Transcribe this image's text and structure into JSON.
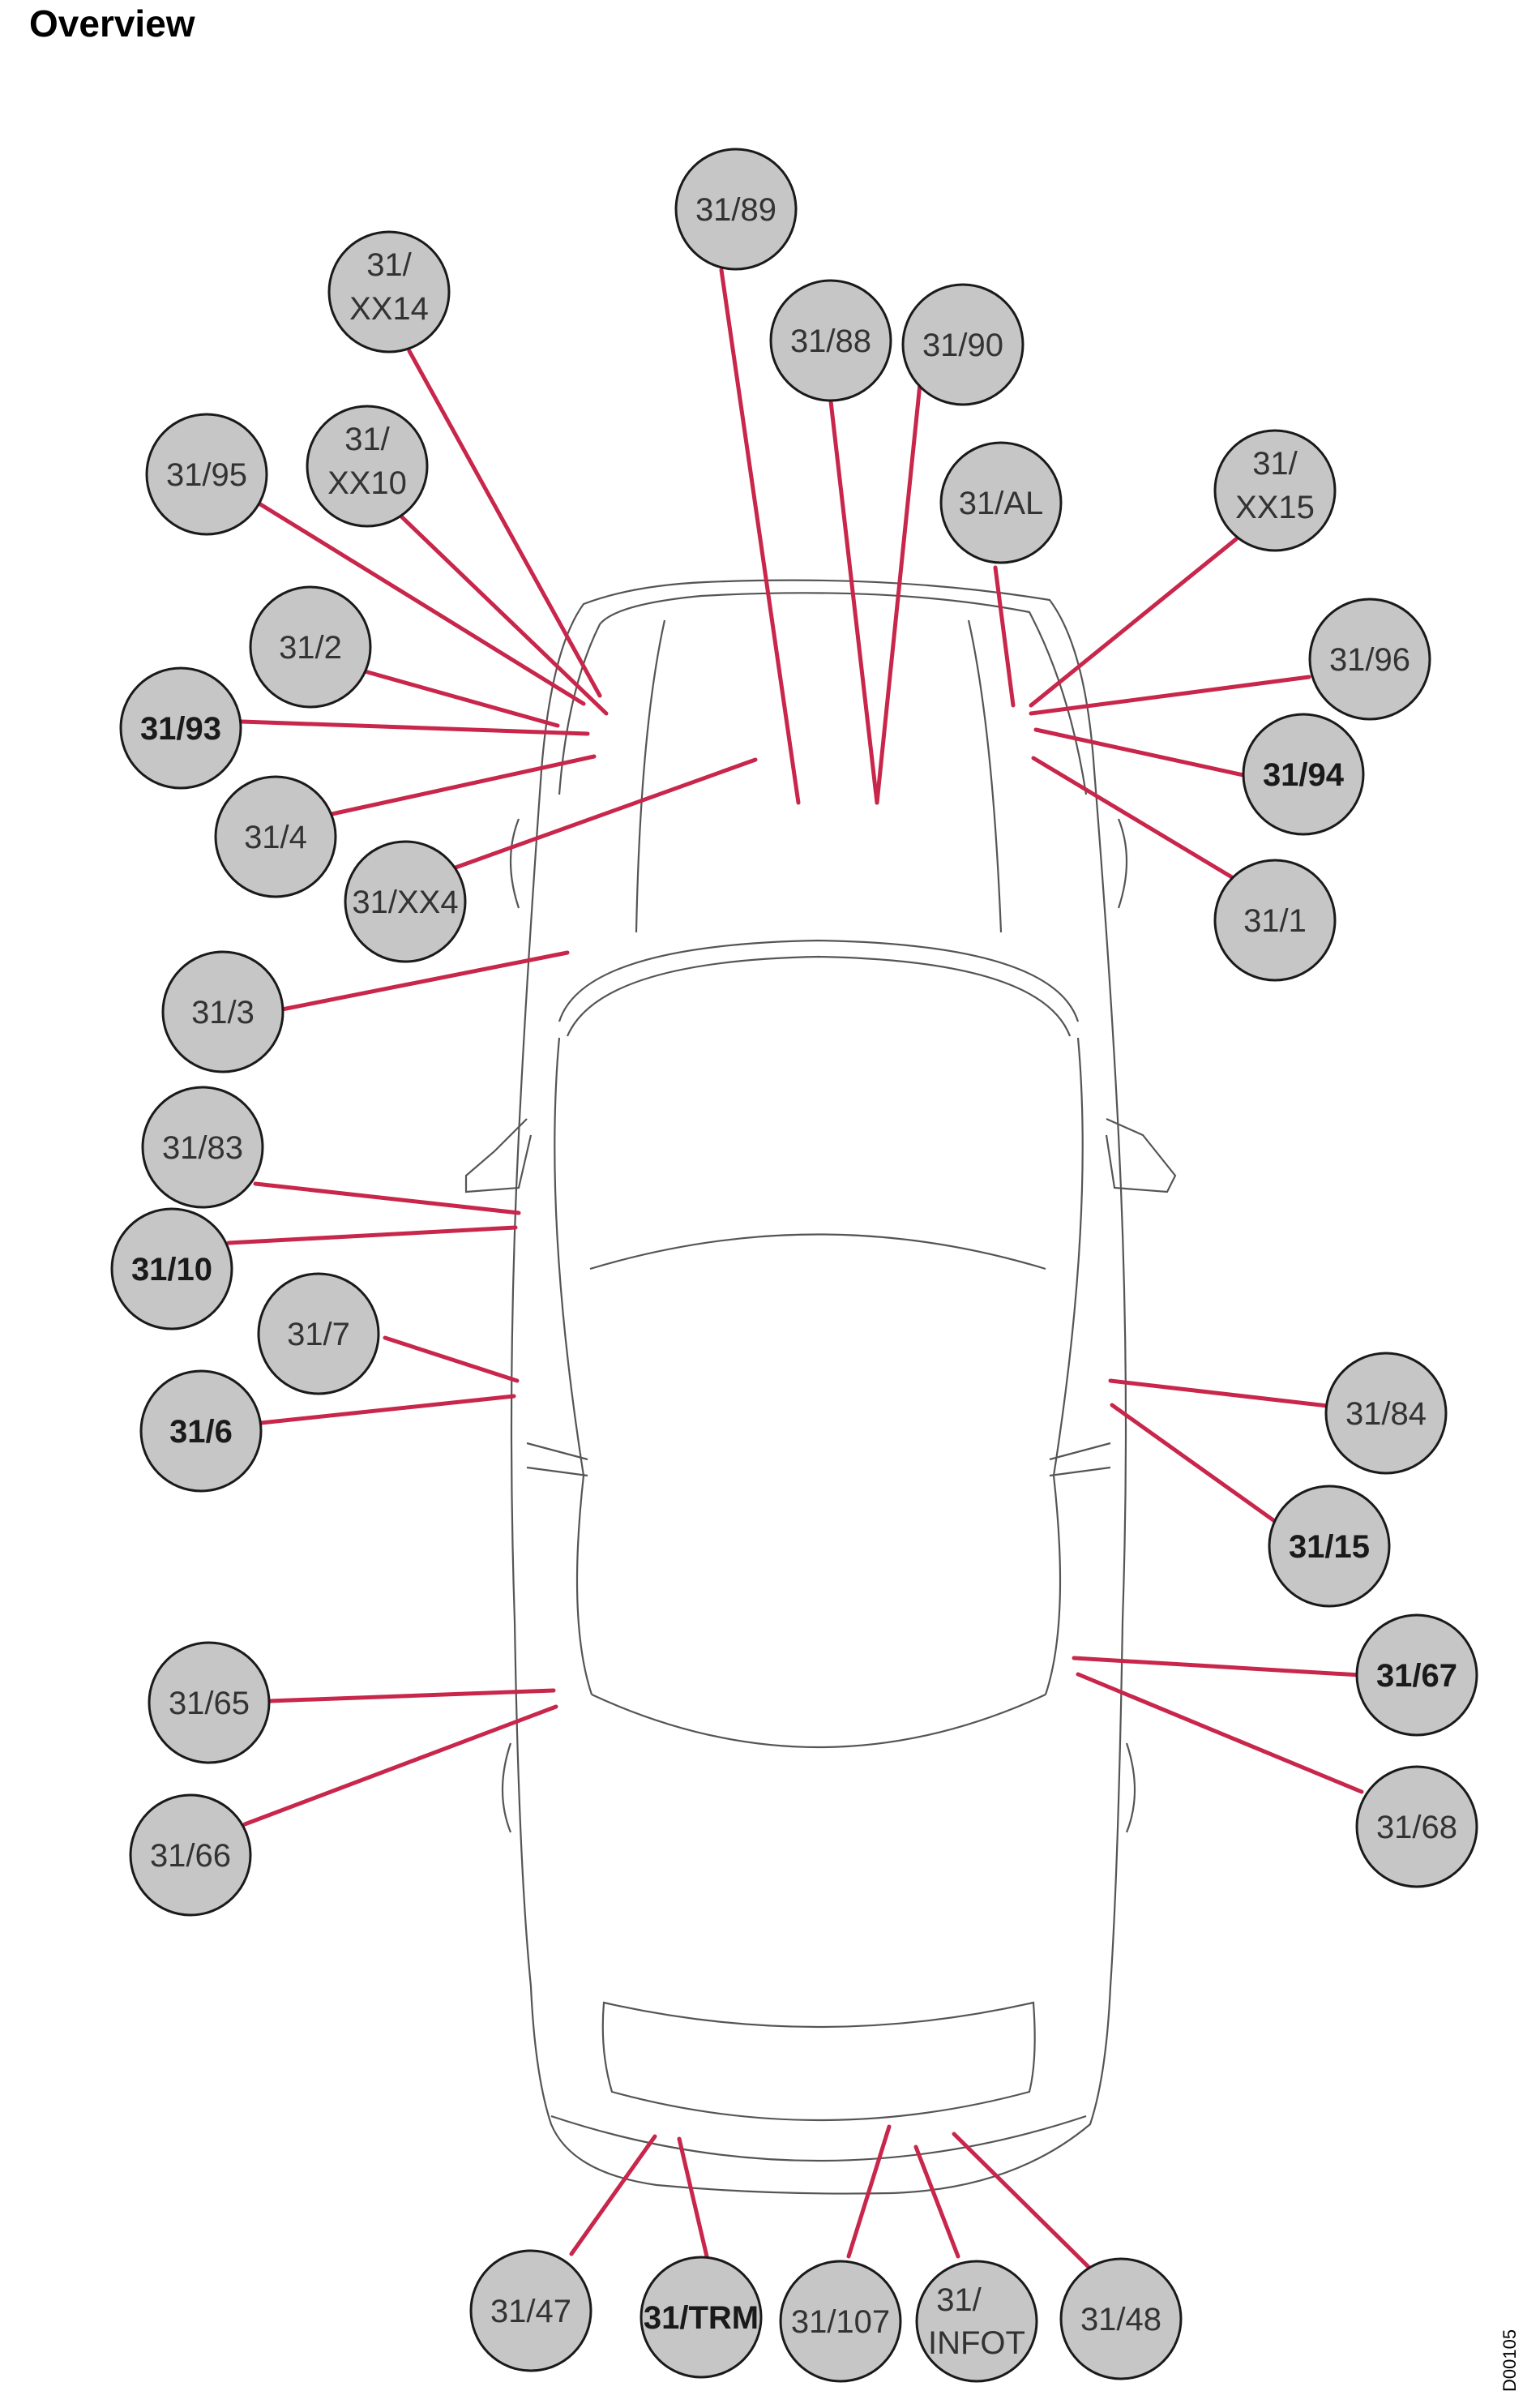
{
  "title": "Overview",
  "document_code": "D00105",
  "accent_color": "#c8264a",
  "badge_fill": "#c6c6c6",
  "connectors": [
    {
      "id": "31-89",
      "lines": [
        "31/89"
      ],
      "bold": false
    },
    {
      "id": "31-xx14",
      "lines": [
        "31/",
        "XX14"
      ],
      "bold": false
    },
    {
      "id": "31-88",
      "lines": [
        "31/88"
      ],
      "bold": false
    },
    {
      "id": "31-90",
      "lines": [
        "31/90"
      ],
      "bold": false
    },
    {
      "id": "31-95",
      "lines": [
        "31/95"
      ],
      "bold": false
    },
    {
      "id": "31-xx10",
      "lines": [
        "31/",
        "XX10"
      ],
      "bold": false
    },
    {
      "id": "31-al",
      "lines": [
        "31/AL"
      ],
      "bold": false
    },
    {
      "id": "31-xx15",
      "lines": [
        "31/",
        "XX15"
      ],
      "bold": false
    },
    {
      "id": "31-2",
      "lines": [
        "31/2"
      ],
      "bold": false
    },
    {
      "id": "31-96",
      "lines": [
        "31/96"
      ],
      "bold": false
    },
    {
      "id": "31-93",
      "lines": [
        "31/93"
      ],
      "bold": true
    },
    {
      "id": "31-94",
      "lines": [
        "31/94"
      ],
      "bold": true
    },
    {
      "id": "31-4",
      "lines": [
        "31/4"
      ],
      "bold": false
    },
    {
      "id": "31-xx4",
      "lines": [
        "31/XX4"
      ],
      "bold": false
    },
    {
      "id": "31-1",
      "lines": [
        "31/1"
      ],
      "bold": false
    },
    {
      "id": "31-3",
      "lines": [
        "31/3"
      ],
      "bold": false
    },
    {
      "id": "31-83",
      "lines": [
        "31/83"
      ],
      "bold": false
    },
    {
      "id": "31-10",
      "lines": [
        "31/10"
      ],
      "bold": true
    },
    {
      "id": "31-7",
      "lines": [
        "31/7"
      ],
      "bold": false
    },
    {
      "id": "31-84",
      "lines": [
        "31/84"
      ],
      "bold": false
    },
    {
      "id": "31-6",
      "lines": [
        "31/6"
      ],
      "bold": true
    },
    {
      "id": "31-15",
      "lines": [
        "31/15"
      ],
      "bold": true
    },
    {
      "id": "31-67",
      "lines": [
        "31/67"
      ],
      "bold": true
    },
    {
      "id": "31-65",
      "lines": [
        "31/65"
      ],
      "bold": false
    },
    {
      "id": "31-68",
      "lines": [
        "31/68"
      ],
      "bold": false
    },
    {
      "id": "31-66",
      "lines": [
        "31/66"
      ],
      "bold": false
    },
    {
      "id": "31-47",
      "lines": [
        "31/47"
      ],
      "bold": false
    },
    {
      "id": "31-trm",
      "lines": [
        "31/TRM"
      ],
      "bold": true
    },
    {
      "id": "31-107",
      "lines": [
        "31/107"
      ],
      "bold": false
    },
    {
      "id": "31-infot",
      "lines": [
        "31/",
        "INFOT"
      ],
      "bold": false
    },
    {
      "id": "31-48",
      "lines": [
        "31/48"
      ],
      "bold": false
    }
  ]
}
